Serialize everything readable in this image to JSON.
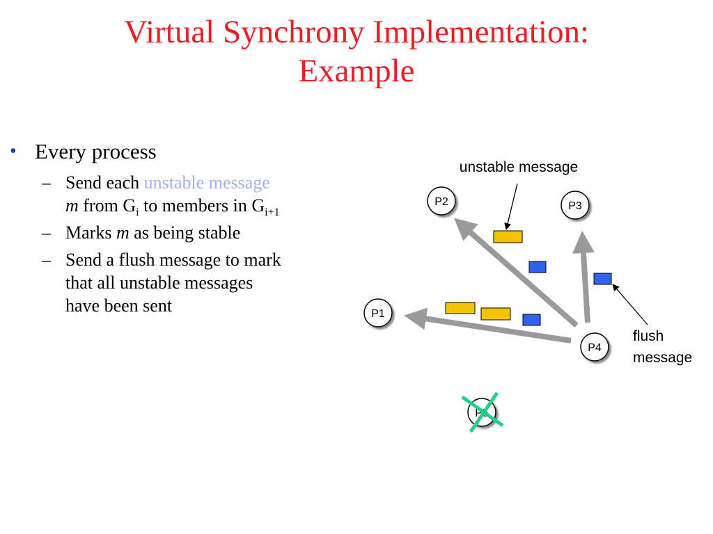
{
  "title": {
    "line1": "Virtual Synchrony Implementation:",
    "line2": "Example"
  },
  "bullets": {
    "main": "Every process",
    "sub1": {
      "prefix": "Send each ",
      "highlight": "unstable message",
      "m": "m",
      "from": " from G",
      "i": "i",
      "to": " to members in G",
      "i1": "i+1"
    },
    "sub2": {
      "prefix": "Marks ",
      "m": "m",
      "suffix": " as being stable"
    },
    "sub3": {
      "line1": "Send a flush message to mark",
      "line2": "that all unstable messages",
      "line3": "have been sent"
    }
  },
  "diagram": {
    "processes": [
      "P1",
      "P2",
      "P3",
      "P4",
      "P5"
    ],
    "unstable_label": "unstable message",
    "flush_label_1": "flush",
    "flush_label_2": "message",
    "colors": {
      "unstable": "#f5c400",
      "flush": "#2f62ee",
      "arrow": "#9a9a9a",
      "cross": "#1fcf8a"
    }
  }
}
